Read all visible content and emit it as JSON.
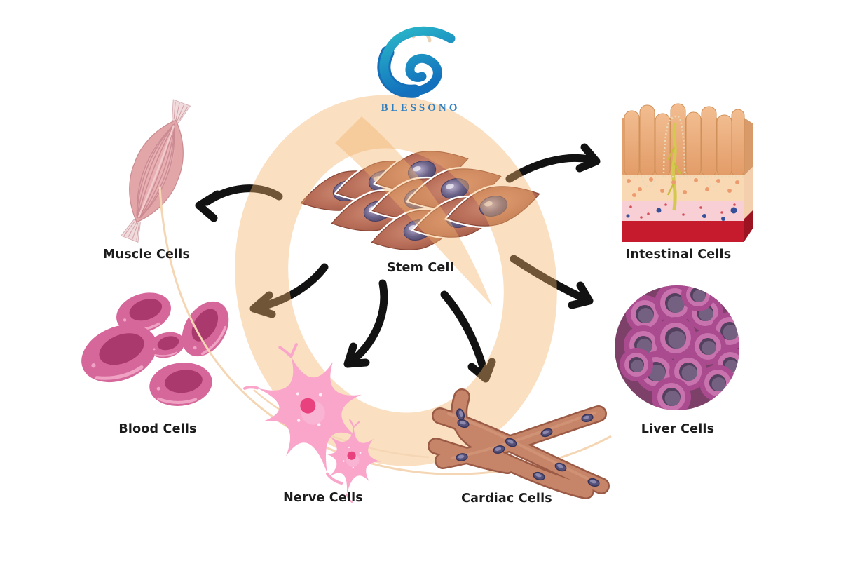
{
  "brand": {
    "name": "BLESSONO",
    "logo_icon": "swirl-ribbon-logo",
    "brand_color": "#2e7fc2"
  },
  "diagram": {
    "type": "stem-cell-differentiation",
    "source": "Stem Cell",
    "targets": [
      "Muscle Cells",
      "Intestinal Cells",
      "Blood Cells",
      "Nerve Cells",
      "Cardiac Cells",
      "Liver Cells"
    ]
  },
  "labels": {
    "stem": "Stem Cell",
    "muscle": "Muscle Cells",
    "blood": "Blood Cells",
    "nerve": "Nerve Cells",
    "cardiac": "Cardiac Cells",
    "intestinal": "Intestinal Cells",
    "liver": "Liver Cells"
  },
  "colors": {
    "background": "#ffffff",
    "ribbon_peach": "#f9e0c4",
    "arrow_black": "#121212",
    "label_text": "#1c1c1c",
    "stem_cell_body": "#b96f5a",
    "muscle_pink": "#e2a6a9",
    "blood_pink": "#d5679b",
    "nerve_pink": "#f9a6ca",
    "cardiac_tan": "#c68569",
    "intestinal_red": "#c51b2c",
    "liver_magenta": "#aa4b8f"
  }
}
